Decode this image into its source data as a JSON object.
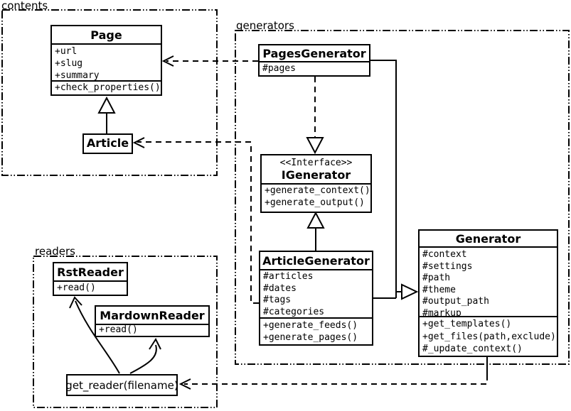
{
  "packages": {
    "contents": {
      "label": "contents"
    },
    "generators": {
      "label": "generators"
    },
    "readers": {
      "label": "readers"
    }
  },
  "classes": {
    "page": {
      "name": "Page",
      "attributes": [
        "+url",
        "+slug",
        "+summary"
      ],
      "methods": [
        "+check_properties()"
      ]
    },
    "article": {
      "name": "Article"
    },
    "pages_generator": {
      "name": "PagesGenerator",
      "attributes": [
        "#pages"
      ]
    },
    "igenerator": {
      "stereotype": "<<Interface>>",
      "name": "IGenerator",
      "methods": [
        "+generate_context()",
        "+generate_output()"
      ]
    },
    "article_generator": {
      "name": "ArticleGenerator",
      "attributes": [
        "#articles",
        "#dates",
        "#tags",
        "#categories"
      ],
      "methods": [
        "+generate_feeds()",
        "+generate_pages()"
      ]
    },
    "generator": {
      "name": "Generator",
      "attributes": [
        "#context",
        "#settings",
        "#path",
        "#theme",
        "#output_path",
        "#markup"
      ],
      "methods": [
        "+get_templates()",
        "+get_files(path,exclude)",
        "#_update_context()"
      ]
    },
    "rst_reader": {
      "name": "RstReader",
      "methods": [
        "+read()"
      ]
    },
    "mardown_reader": {
      "name": "MardownReader",
      "methods": [
        "+read()"
      ]
    },
    "get_reader": {
      "label": "get_reader(filename)"
    }
  },
  "relationships": [
    {
      "from": "Article",
      "to": "Page",
      "type": "inheritance"
    },
    {
      "from": "PagesGenerator",
      "to": "IGenerator",
      "type": "realization"
    },
    {
      "from": "ArticleGenerator",
      "to": "IGenerator",
      "type": "inheritance"
    },
    {
      "from": "PagesGenerator",
      "to": "Generator",
      "type": "inheritance"
    },
    {
      "from": "ArticleGenerator",
      "to": "Generator",
      "type": "inheritance"
    },
    {
      "from": "PagesGenerator",
      "to": "Page",
      "type": "dependency"
    },
    {
      "from": "ArticleGenerator",
      "to": "Article",
      "type": "dependency"
    },
    {
      "from": "Generator",
      "to": "get_reader(filename)",
      "type": "dependency"
    },
    {
      "from": "get_reader(filename)",
      "to": "RstReader",
      "type": "arrow"
    },
    {
      "from": "get_reader(filename)",
      "to": "MardownReader",
      "type": "arrow"
    }
  ],
  "colors": {
    "line": "#000000",
    "background": "#ffffff"
  }
}
